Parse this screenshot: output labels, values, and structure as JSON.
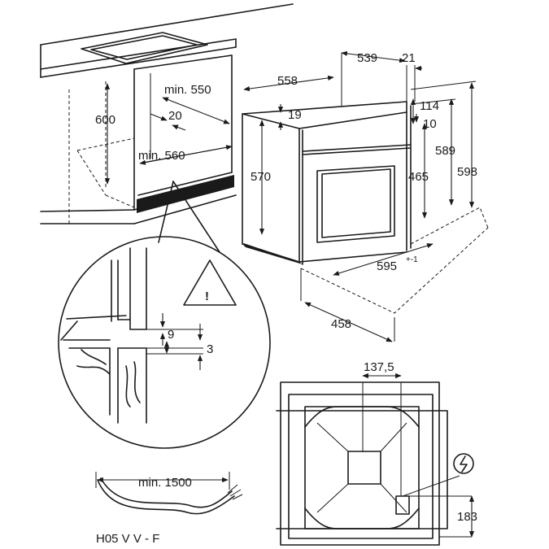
{
  "cabinet": {
    "height": "600",
    "depth_min": "min. 550",
    "gap": "20",
    "width_min": "min. 560"
  },
  "oven": {
    "width": "558",
    "depth": "539",
    "front": "21",
    "top_offset": "19",
    "height_body": "570",
    "d114": "114",
    "d10": "10",
    "h589": "589",
    "h465": "465",
    "h598": "598",
    "front_width": "595",
    "front_width_tol": "+-1",
    "base_depth": "458"
  },
  "detail": {
    "d9": "9",
    "d3": "3",
    "warning_symbol": "!"
  },
  "cable": {
    "length": "min. 1500",
    "type": "H05 V V - F"
  },
  "back_view": {
    "offset": "137,5",
    "height": "183"
  }
}
